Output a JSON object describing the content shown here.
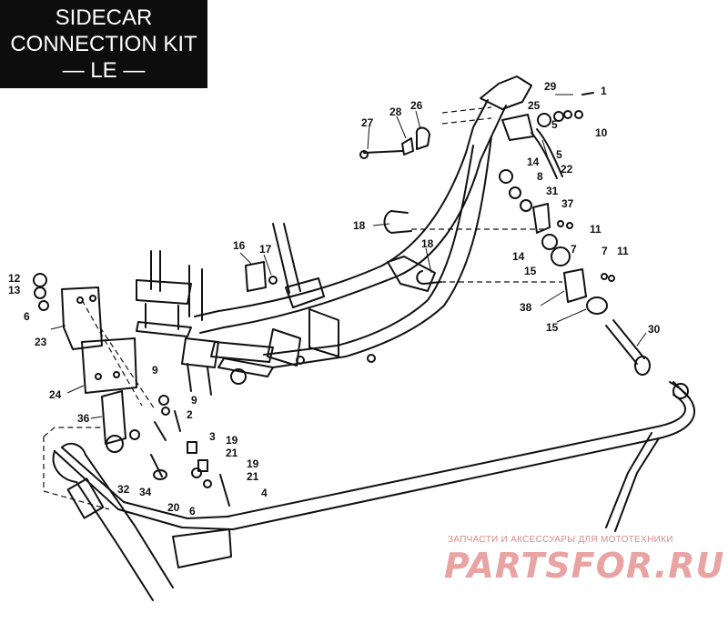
{
  "title": {
    "line1": "SIDECAR",
    "line2": "CONNECTION KIT",
    "line3": "— LE —"
  },
  "part_labels": [
    "1",
    "29",
    "5",
    "10",
    "25",
    "26",
    "28",
    "27",
    "5",
    "22",
    "14",
    "8",
    "31",
    "37",
    "18",
    "11",
    "16",
    "17",
    "18",
    "14",
    "7",
    "15",
    "7",
    "11",
    "38",
    "15",
    "12",
    "13",
    "6",
    "23",
    "30",
    "24",
    "9",
    "9",
    "2",
    "36",
    "3",
    "19",
    "21",
    "19",
    "21",
    "32",
    "34",
    "20",
    "6",
    "4"
  ],
  "watermark": {
    "tagline": "ЗАПЧАСТИ И АКСЕССУАРЫ ДЛЯ МОТОТЕХНИКИ",
    "logo": "PARTSFOR.RU"
  }
}
